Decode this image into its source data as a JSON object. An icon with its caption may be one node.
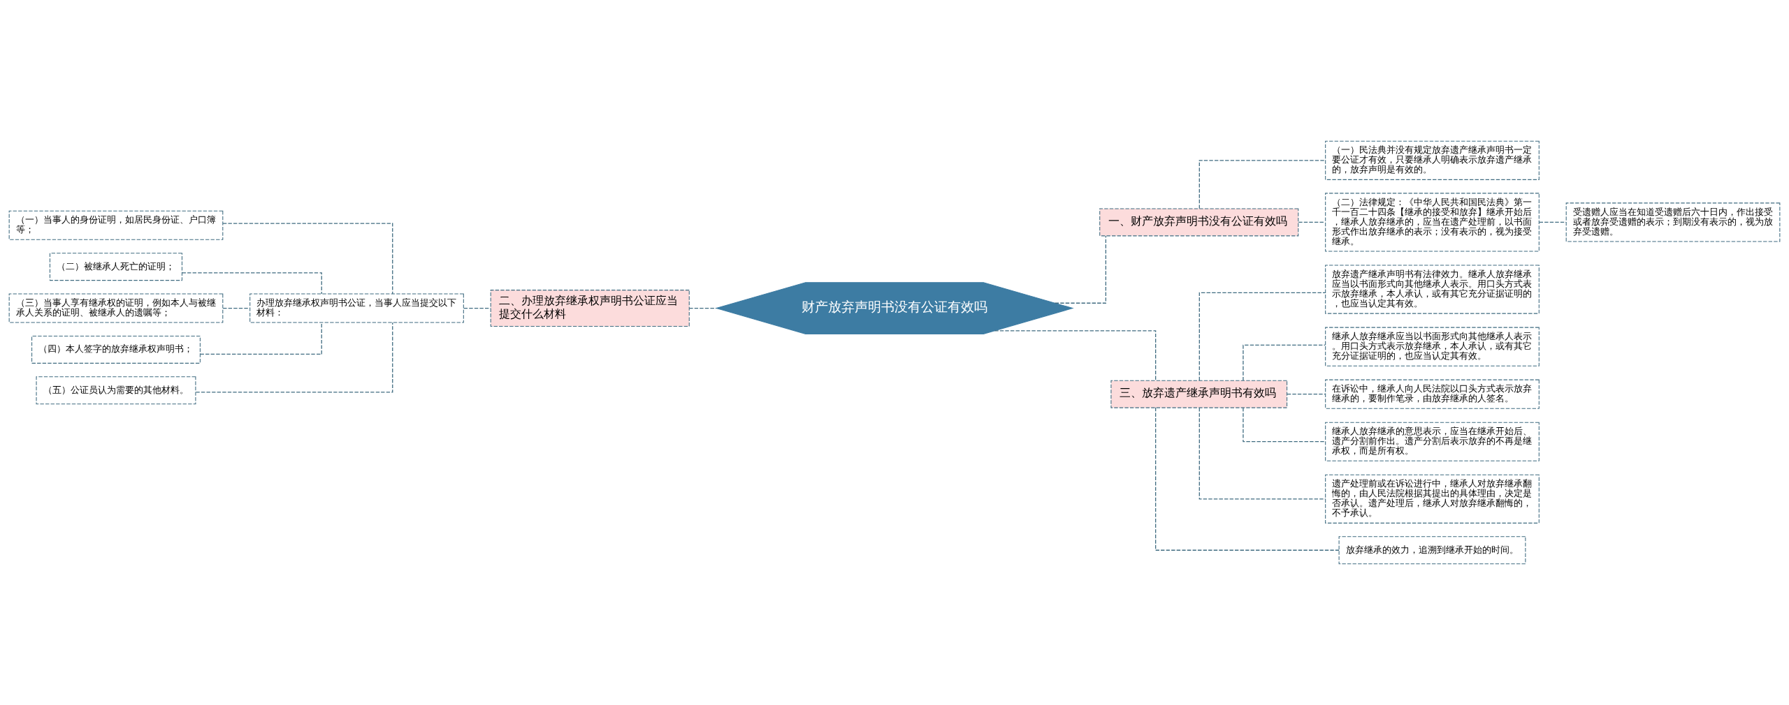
{
  "diagram": {
    "nodes": [
      {
        "text": [
          "财产放弃声明书没有公证有效吗"
        ]
      },
      {
        "text": [
          "一、财产放弃声明书没有公证有效吗"
        ]
      },
      {
        "text": [
          "（一）民法典并没有规定放弃遗产继承声明书一定要公证才有效，只要继承人明确表示放弃遗产继承的，放弃声明是有效的。"
        ]
      },
      {
        "text": [
          "（二）法律规定：《中华人民共和国民法典》第一千一百二十四条【继承的接受和放弃】继承开始后，继承人放弃继承的，应当在遗产处理前，以书面形式作出放弃继承的表示；没有表示的，视为接受继承。"
        ]
      },
      {
        "text": [
          "受遗赠人应当在知道受遗赠后六十日内，作出接受或者放弃受遗赠的表示；到期没有表示的，视为放弃受遗赠。"
        ]
      },
      {
        "text": [
          "二、办理放弃继承权声明书公证应当提交什么材料"
        ]
      },
      {
        "text": [
          "办理放弃继承权声明书公证，当事人应当提交以下材料："
        ]
      },
      {
        "text": [
          "（一）当事人的身份证明，如居民身份证、户口簿等；"
        ]
      },
      {
        "text": [
          "（二）被继承人死亡的证明；"
        ]
      },
      {
        "text": [
          "（三）当事人享有继承权的证明，例如本人与被继承人关系的证明、被继承人的遗嘱等；"
        ]
      },
      {
        "text": [
          "（四）本人签字的放弃继承权声明书；"
        ]
      },
      {
        "text": [
          "（五）公证员认为需要的其他材料。"
        ]
      },
      {
        "text": [
          "三、放弃遗产继承声明书有效吗"
        ]
      },
      {
        "text": [
          "放弃遗产继承声明书有法律效力。继承人放弃继承应当以书面形式向其他继承人表示。用口头方式表示放弃继承，本人承认，或有其它充分证据证明的，也应当认定其有效。"
        ]
      },
      {
        "text": [
          "继承人放弃继承应当以书面形式向其他继承人表示。用口头方式表示放弃继承，本人承认，或有其它充分证据证明的，也应当认定其有效。"
        ]
      },
      {
        "text": [
          "在诉讼中，继承人向人民法院以口头方式表示放弃继承的，要制作笔录，由放弃继承的人签名。"
        ]
      },
      {
        "text": [
          "继承人放弃继承的意思表示，应当在继承开始后、遗产分割前作出。遗产分割后表示放弃的不再是继承权，而是所有权。"
        ]
      },
      {
        "text": [
          "遗产处理前或在诉讼进行中，继承人对放弃继承翻悔的，由人民法院根据其提出的具体理由，决定是否承认。遗产处理后，继承人对放弃继承翻悔的，不予承认。"
        ]
      },
      {
        "text": [
          "放弃继承的效力，追溯到继承开始的时间。"
        ]
      }
    ],
    "edges": [
      {
        "from": 0,
        "to": 1,
        "arrow": "none",
        "style": "dashed"
      },
      {
        "from": 1,
        "to": 2,
        "arrow": "none",
        "style": "dashed"
      },
      {
        "from": 1,
        "to": 3,
        "arrow": "none",
        "style": "dashed"
      },
      {
        "from": 3,
        "to": 4,
        "arrow": "none",
        "style": "dashed"
      },
      {
        "from": 0,
        "to": 5,
        "arrow": "none",
        "style": "dashed"
      },
      {
        "from": 5,
        "to": 6,
        "arrow": "none",
        "style": "dashed"
      },
      {
        "from": 6,
        "to": 7,
        "arrow": "none",
        "style": "dashed"
      },
      {
        "from": 6,
        "to": 8,
        "arrow": "none",
        "style": "dashed"
      },
      {
        "from": 6,
        "to": 9,
        "arrow": "none",
        "style": "dashed"
      },
      {
        "from": 6,
        "to": 10,
        "arrow": "none",
        "style": "dashed"
      },
      {
        "from": 6,
        "to": 11,
        "arrow": "none",
        "style": "dashed"
      },
      {
        "from": 0,
        "to": 12,
        "arrow": "none",
        "style": "dashed"
      },
      {
        "from": 12,
        "to": 13,
        "arrow": "none",
        "style": "dashed"
      },
      {
        "from": 12,
        "to": 14,
        "arrow": "none",
        "style": "dashed"
      },
      {
        "from": 12,
        "to": 15,
        "arrow": "none",
        "style": "dashed"
      },
      {
        "from": 12,
        "to": 16,
        "arrow": "none",
        "style": "dashed"
      },
      {
        "from": 12,
        "to": 17,
        "arrow": "none",
        "style": "dashed"
      },
      {
        "from": 12,
        "to": 18,
        "arrow": "none",
        "style": "dashed"
      }
    ]
  }
}
